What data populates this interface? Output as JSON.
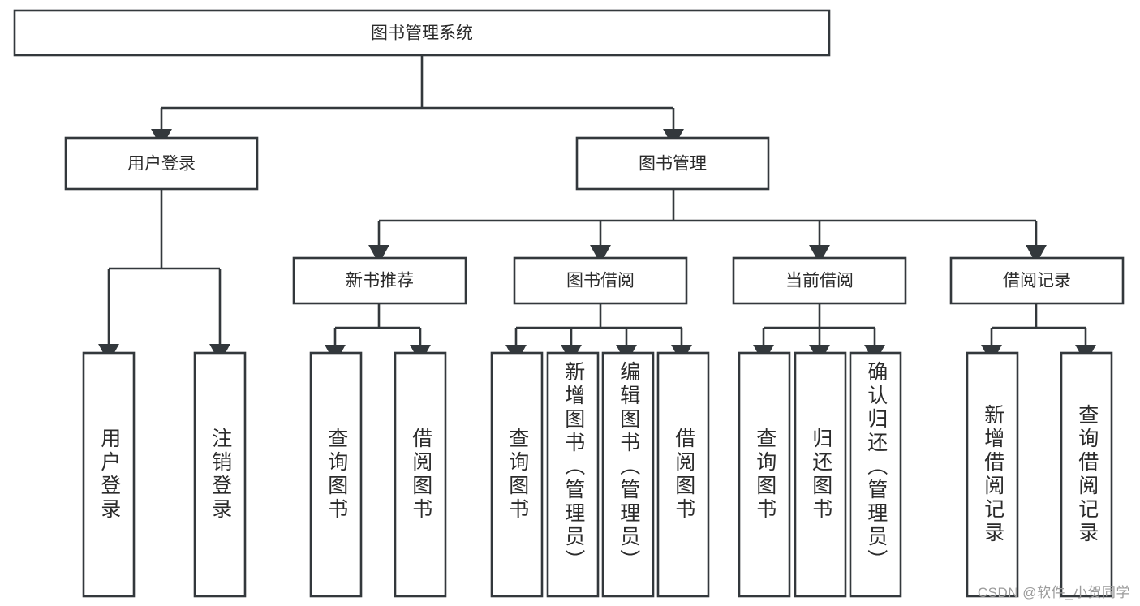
{
  "diagram": {
    "title": "图书管理系统",
    "watermark": "CSDN @软件_小贺同学",
    "colors": {
      "stroke": "#33383c",
      "box_fill": "#ffffff",
      "text": "#2b2b2b",
      "background": "#ffffff",
      "watermark_text": "#9b9b9b"
    },
    "root": {
      "label": "图书管理系统"
    },
    "level2": [
      {
        "label": "用户登录"
      },
      {
        "label": "图书管理"
      }
    ],
    "level3": [
      {
        "label": "新书推荐"
      },
      {
        "label": "图书借阅"
      },
      {
        "label": "当前借阅"
      },
      {
        "label": "借阅记录"
      }
    ],
    "leaves": {
      "user_login": [
        {
          "label": "用户登录"
        },
        {
          "label": "注销登录"
        }
      ],
      "new_book_recommend": [
        {
          "label": "查询图书"
        },
        {
          "label": "借阅图书"
        }
      ],
      "book_borrow": [
        {
          "label": "查询图书"
        },
        {
          "label": "新增图书（管理员）"
        },
        {
          "label": "编辑图书（管理员）"
        },
        {
          "label": "借阅图书"
        }
      ],
      "current_borrow": [
        {
          "label": "查询图书"
        },
        {
          "label": "归还图书"
        },
        {
          "label": "确认归还（管理员）"
        }
      ],
      "borrow_records": [
        {
          "label": "新增借阅记录"
        },
        {
          "label": "查询借阅记录"
        }
      ]
    }
  }
}
